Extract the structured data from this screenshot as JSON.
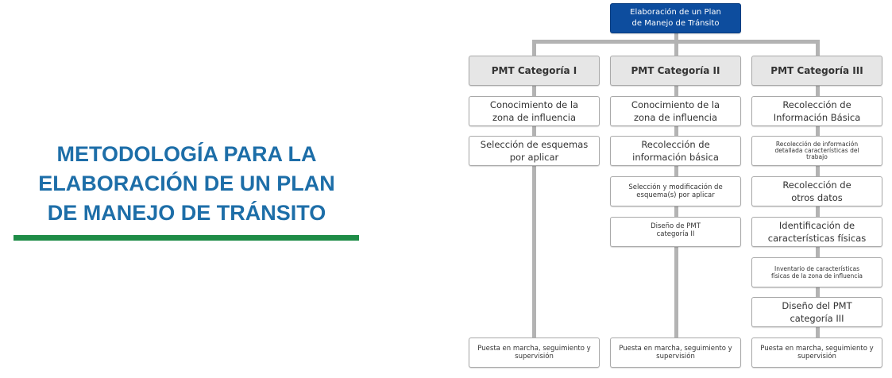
{
  "heading": {
    "lines": [
      "METODOLOGÍA PARA LA",
      "ELABORACIÓN DE UN PLAN",
      "DE MANEJO DE TRÁNSITO"
    ],
    "accent_color": "#1d6ea8",
    "bar_color": "#1e8c47"
  },
  "diagram": {
    "root": "Elaboración de un Plan de Manejo de Tránsito",
    "columns": [
      {
        "header": "PMT Categoría I",
        "steps": [
          "Conocimiento de la zona de influencia",
          "Selección de esquemas por aplicar"
        ],
        "final": "Puesta en marcha, seguimiento y supervisión"
      },
      {
        "header": "PMT Categoría II",
        "steps": [
          "Conocimiento de la zona de influencia",
          "Recolección de información básica",
          "Selección y modificación de esquema(s) por aplicar",
          "Diseño de PMT categoría II"
        ],
        "final": "Puesta en marcha, seguimiento y supervisión"
      },
      {
        "header": "PMT Categoría III",
        "steps": [
          "Recolección de Información Básica",
          "Recolección de información detallada características del trabajo",
          "Recolección de otros datos",
          "Identificación de características físicas",
          "Inventario de características físicas de la zona de influencia",
          "Diseño del PMT categoría III"
        ],
        "final": "Puesta en marcha, seguimiento y supervisión"
      }
    ]
  }
}
